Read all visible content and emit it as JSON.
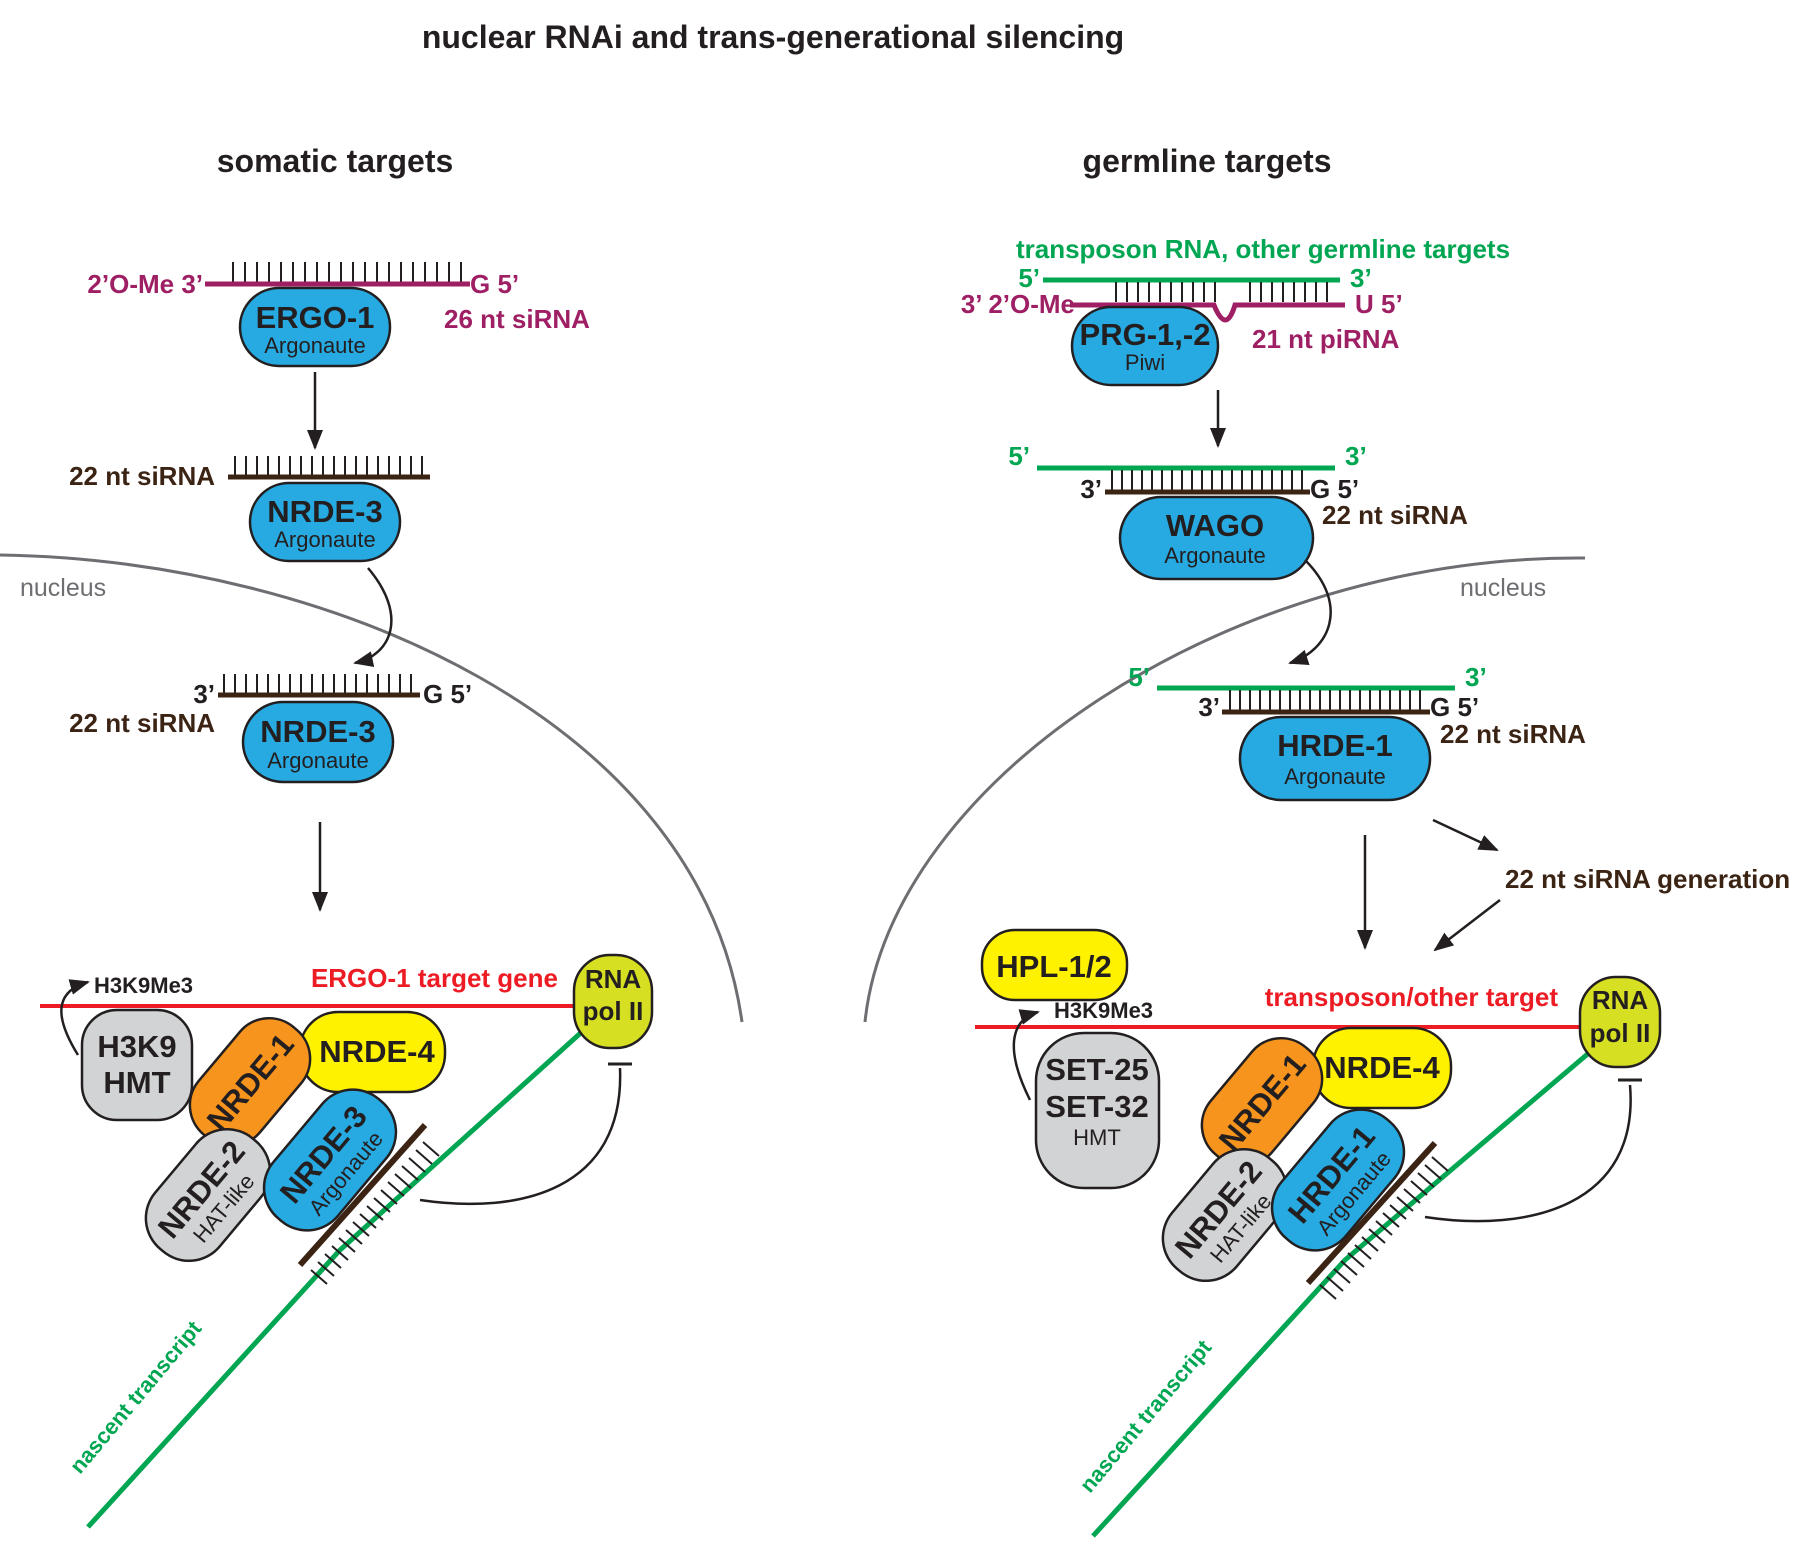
{
  "title": "nuclear RNAi and trans-generational silencing",
  "somatic": {
    "heading": "somatic targets",
    "label_2ome": "2’O-Me 3’",
    "label_g5": "G 5’",
    "label_26nt": "26 nt siRNA",
    "ergo1_name": "ERGO-1",
    "ergo1_sub": "Argonaute",
    "label_22nt_a": "22 nt siRNA",
    "nrde3_name": "NRDE-3",
    "nrde3_sub": "Argonaute",
    "nucleus": "nucleus",
    "label_3p": "3’",
    "label_g5b": "G 5’",
    "label_22nt_b": "22 nt siRNA",
    "nrde3b_name": "NRDE-3",
    "nrde3b_sub": "Argonaute",
    "h3k9me3": "H3K9Me3",
    "target_gene": "ERGO-1 target gene",
    "rnapol_l1": "RNA",
    "rnapol_l2": "pol II",
    "hmt_l1": "H3K9",
    "hmt_l2": "HMT",
    "nrde1": "NRDE-1",
    "nrde4": "NRDE-4",
    "nrde2_name": "NRDE-2",
    "nrde2_sub": "HAT-like",
    "nrde3c_name": "NRDE-3",
    "nrde3c_sub": "Argonaute",
    "nascent": "nascent transcript"
  },
  "germline": {
    "heading": "germline targets",
    "transposon_rna": "transposon RNA, other germline targets",
    "label_5p": "5’",
    "label_3p": "3’",
    "label_3p_2ome": "3’  2’O-Me",
    "label_u5": "U 5’",
    "prg_name": "PRG-1,-2",
    "prg_sub": "Piwi",
    "label_21nt": "21 nt piRNA",
    "label_5p_b": "5’",
    "label_3p_b": "3’",
    "label_3p_c": "3’",
    "label_g5": "G 5’",
    "wago_name": "WAGO",
    "wago_sub": "Argonaute",
    "label_22nt_a": "22 nt siRNA",
    "nucleus": "nucleus",
    "label_5p_d": "5’",
    "label_3p_d": "3’",
    "label_3p_e": "3’",
    "label_g5_e": "G 5’",
    "hrde1_name": "HRDE-1",
    "hrde1_sub": "Argonaute",
    "label_22nt_b": "22 nt siRNA",
    "generation": "22 nt siRNA generation",
    "hpl": "HPL-1/2",
    "h3k9me3": "H3K9Me3",
    "target": "transposon/other target",
    "rnapol_l1": "RNA",
    "rnapol_l2": "pol II",
    "set25": "SET-25",
    "set32": "SET-32",
    "hmt": "HMT",
    "nrde1": "NRDE-1",
    "nrde4": "NRDE-4",
    "nrde2_name": "NRDE-2",
    "nrde2_sub": "HAT-like",
    "hrde1b_name": "HRDE-1",
    "hrde1b_sub": "Argonaute",
    "nascent": "nascent transcript"
  },
  "colors": {
    "argonaute_blue": "#27aae1",
    "nrde1_orange": "#f7941d",
    "nrde4_yellow": "#fff200",
    "rnapol_olive": "#d7df23",
    "hmt_gray": "#d1d3d4",
    "pirna_purple": "#9e1f63",
    "target_green": "#00a651",
    "target_red": "#ed1c24",
    "sirna_brown": "#3c2415",
    "label_brown": "#3c2415",
    "nucleus_gray": "#6d6e71"
  }
}
